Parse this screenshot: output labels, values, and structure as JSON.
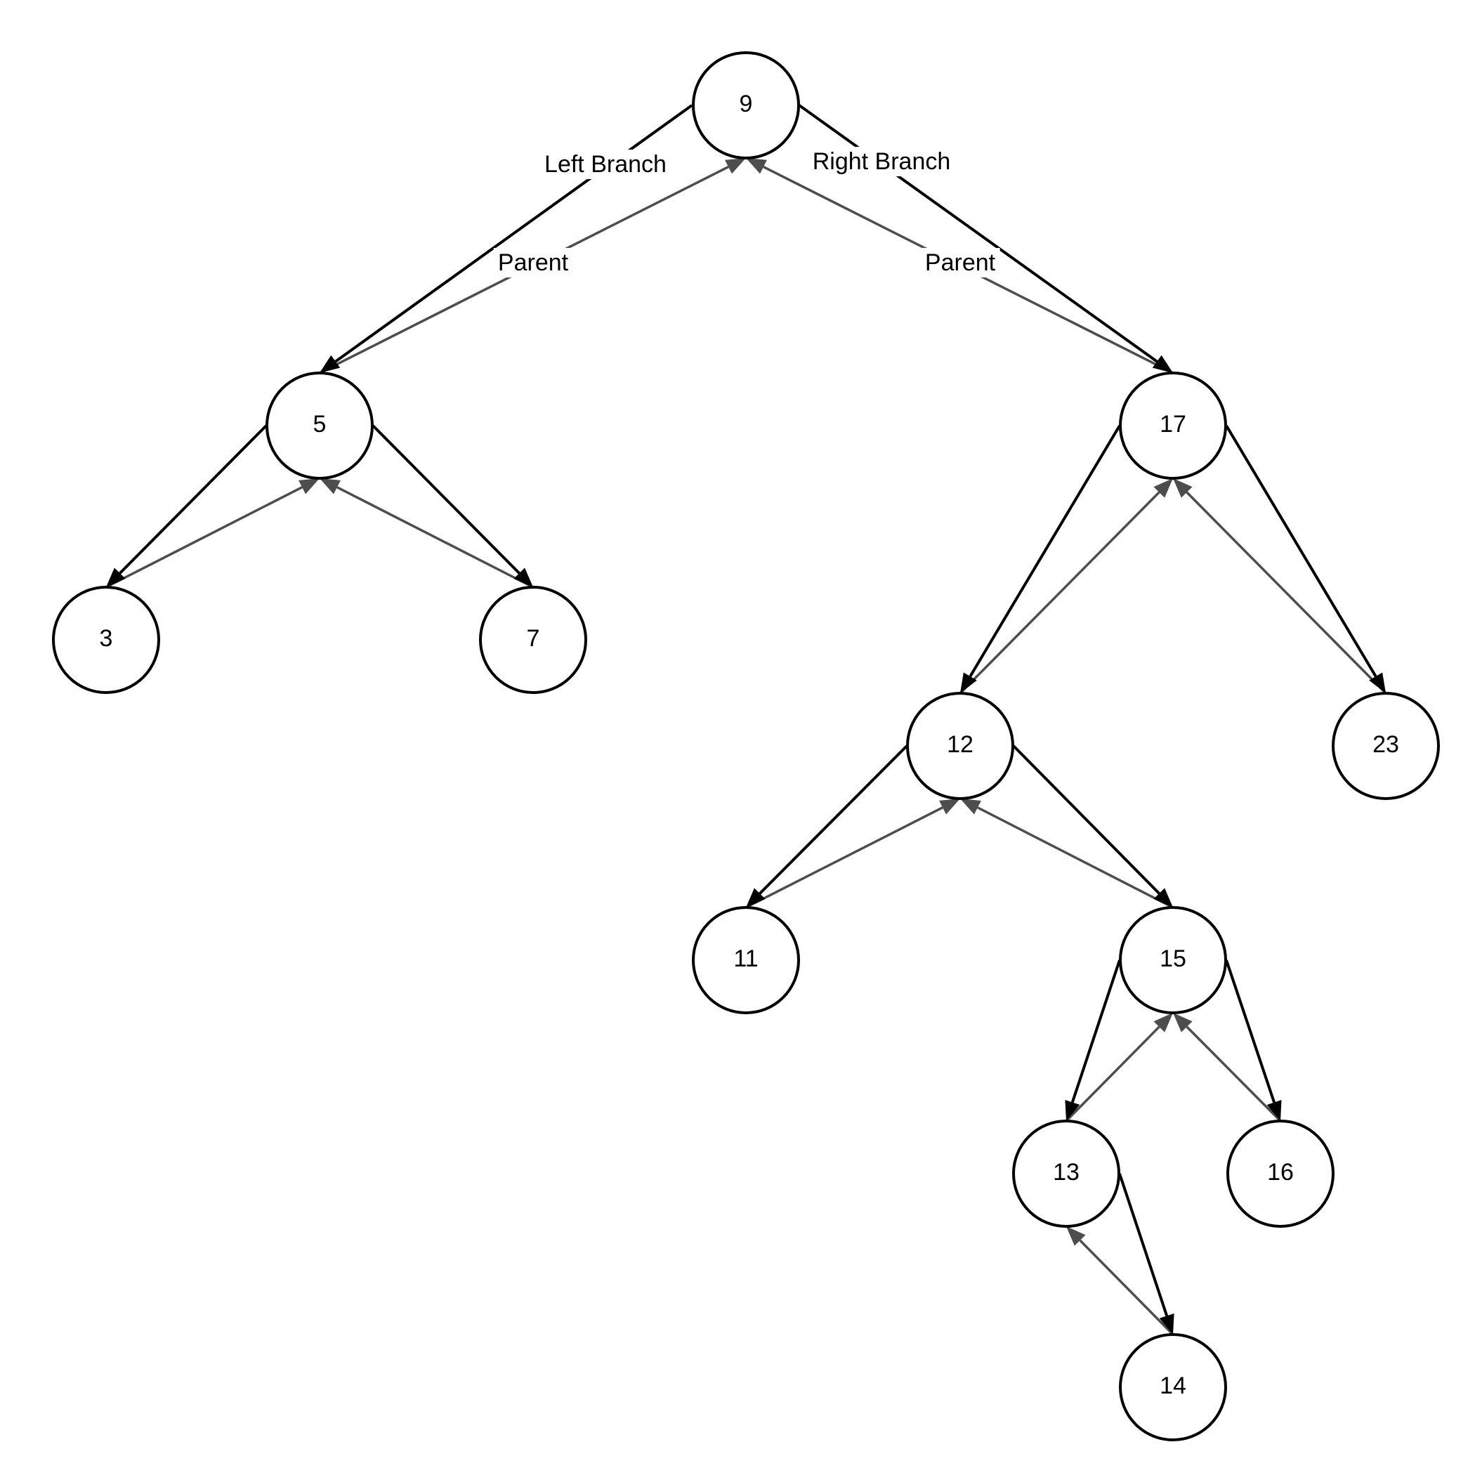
{
  "colors": {
    "child_edge": "#000000",
    "parent_edge": "#4d4d4d",
    "node_stroke": "#000000",
    "background": "#ffffff"
  },
  "nodes": [
    {
      "id": "n9",
      "label": "9"
    },
    {
      "id": "n5",
      "label": "5"
    },
    {
      "id": "n17",
      "label": "17"
    },
    {
      "id": "n3",
      "label": "3"
    },
    {
      "id": "n7",
      "label": "7"
    },
    {
      "id": "n12",
      "label": "12"
    },
    {
      "id": "n23",
      "label": "23"
    },
    {
      "id": "n11",
      "label": "11"
    },
    {
      "id": "n15",
      "label": "15"
    },
    {
      "id": "n13",
      "label": "13"
    },
    {
      "id": "n16",
      "label": "16"
    },
    {
      "id": "n14",
      "label": "14"
    }
  ],
  "child_edges": [
    {
      "from": "n9",
      "to": "n5",
      "label": "Left Branch"
    },
    {
      "from": "n9",
      "to": "n17",
      "label": "Right Branch"
    },
    {
      "from": "n5",
      "to": "n3",
      "label": ""
    },
    {
      "from": "n5",
      "to": "n7",
      "label": ""
    },
    {
      "from": "n17",
      "to": "n12",
      "label": ""
    },
    {
      "from": "n17",
      "to": "n23",
      "label": ""
    },
    {
      "from": "n12",
      "to": "n11",
      "label": ""
    },
    {
      "from": "n12",
      "to": "n15",
      "label": ""
    },
    {
      "from": "n15",
      "to": "n13",
      "label": ""
    },
    {
      "from": "n15",
      "to": "n16",
      "label": ""
    },
    {
      "from": "n13",
      "to": "n14",
      "label": ""
    }
  ],
  "parent_edges": [
    {
      "from": "n5",
      "to": "n9",
      "label": "Parent"
    },
    {
      "from": "n17",
      "to": "n9",
      "label": "Parent"
    },
    {
      "from": "n3",
      "to": "n5",
      "label": ""
    },
    {
      "from": "n7",
      "to": "n5",
      "label": ""
    },
    {
      "from": "n12",
      "to": "n17",
      "label": ""
    },
    {
      "from": "n23",
      "to": "n17",
      "label": ""
    },
    {
      "from": "n11",
      "to": "n12",
      "label": ""
    },
    {
      "from": "n15",
      "to": "n12",
      "label": ""
    },
    {
      "from": "n13",
      "to": "n15",
      "label": ""
    },
    {
      "from": "n16",
      "to": "n15",
      "label": ""
    },
    {
      "from": "n14",
      "to": "n13",
      "label": ""
    }
  ]
}
